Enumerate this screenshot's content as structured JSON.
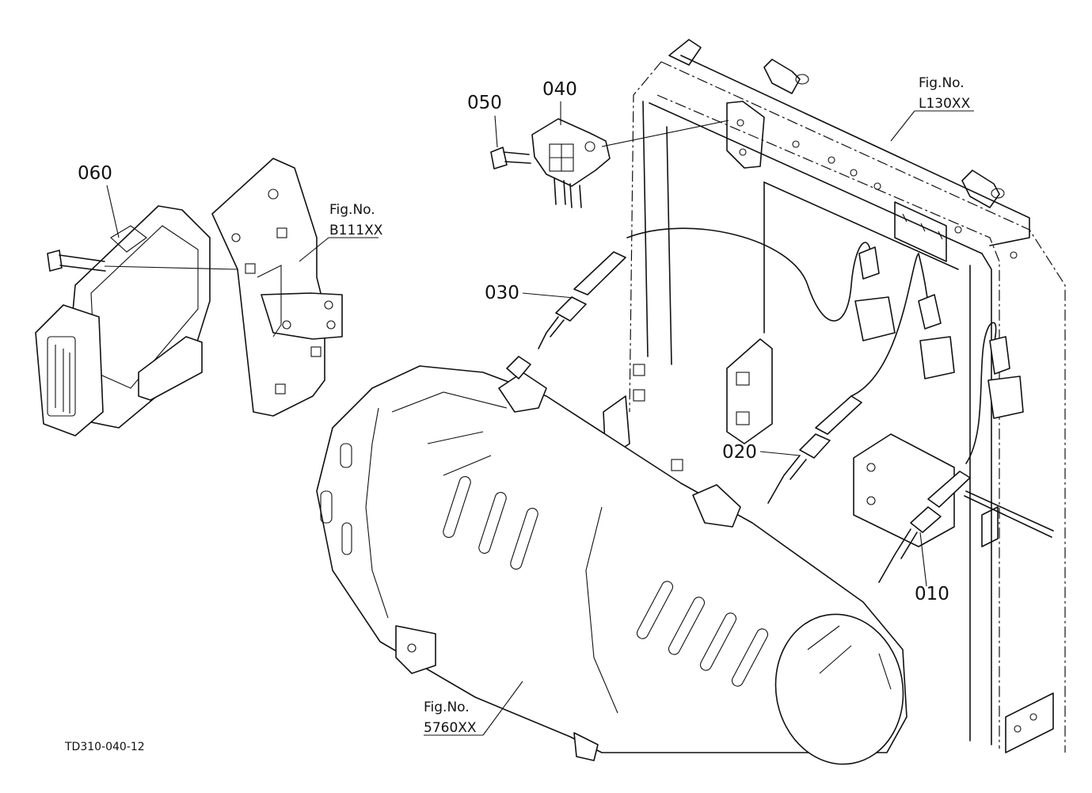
{
  "diagram_code": "TD310-040-12",
  "callouts": {
    "c010": "010",
    "c020": "020",
    "c030": "030",
    "c040": "040",
    "c050": "050",
    "c060": "060"
  },
  "figure_refs": {
    "frame": {
      "line1": "Fig.No.",
      "line2": "L130XX"
    },
    "bracket": {
      "line1": "Fig.No.",
      "line2": "B111XX"
    },
    "dpf": {
      "line1": "Fig.No.",
      "line2": "5760XX"
    }
  }
}
